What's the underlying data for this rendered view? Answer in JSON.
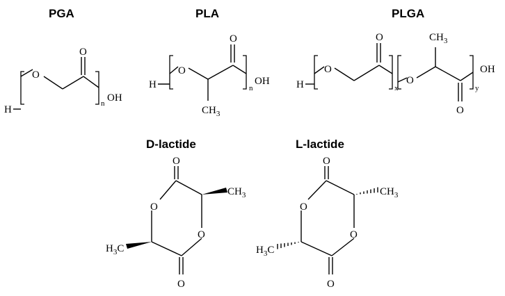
{
  "labels": {
    "pga": "PGA",
    "pla": "PLA",
    "plga": "PLGA",
    "d_lactide": "D-lactide",
    "l_lactide": "L-lactide"
  },
  "atoms": {
    "H": "H",
    "O": "O",
    "OH": "OH",
    "CH3": "CH",
    "H3C_H": "H",
    "H3C_C": "C",
    "three": "3"
  },
  "subscripts": {
    "n": "n",
    "x": "x",
    "y": "y"
  }
}
